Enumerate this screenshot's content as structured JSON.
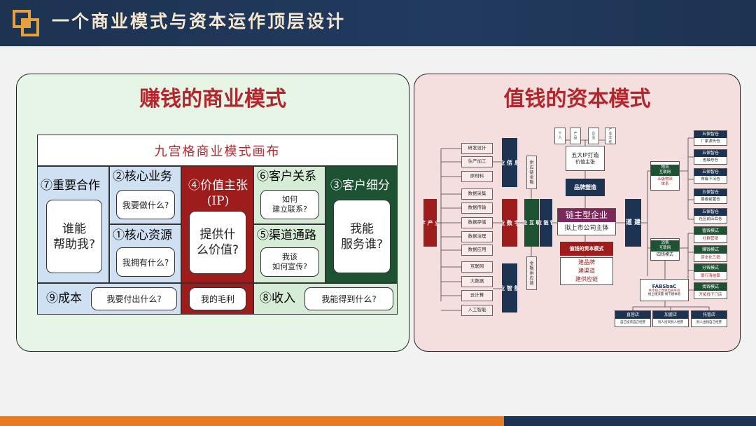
{
  "header": {
    "title": "一个商业模式与资本运作顶层设计"
  },
  "colors": {
    "navy": "#1d3352",
    "orange": "#e77a22",
    "dark_red": "#9e1c1c",
    "dark_green": "#1d5233",
    "light_blue": "#cfe0f3",
    "light_green": "#d7ecd7",
    "teal": "#1c4a44"
  },
  "left": {
    "title": "赚钱的商业模式",
    "canvas_title": "九宫格商业模式画布",
    "partners": {
      "label": "⑦重要合作",
      "box": "谁能\n帮助我?"
    },
    "activities": {
      "label": "②核心业务",
      "box": "我要做什么?"
    },
    "resources": {
      "label": "①核心资源",
      "box": "我拥有什么?"
    },
    "value": {
      "label": "④价值主张\n(IP)",
      "box": "提供什\n么价值?"
    },
    "relations": {
      "label": "⑥客户关系",
      "box": "如何\n建立联系?"
    },
    "channels": {
      "label": "⑤渠道通路",
      "box": "我该\n如何宣传?"
    },
    "segments": {
      "label": "③客户细分",
      "box": "我能\n服务谁?"
    },
    "cost": {
      "label": "⑨成本",
      "box": "我要付出什么?"
    },
    "margin": {
      "box": "我的毛利"
    },
    "revenue": {
      "label": "⑧收入",
      "box": "我能得到什么?"
    }
  },
  "right": {
    "title": "值钱的资本模式",
    "digital_industrialization": "数\n字\n产\n业\n化",
    "top_list": [
      "研发设计",
      "生产加工",
      "原材料"
    ],
    "mid_list": [
      "数据采集",
      "数据传输",
      "数据存储",
      "数据治理",
      "数据应用"
    ],
    "bot_list": [
      "互联网",
      "大数据",
      "云计算",
      "人工智能"
    ],
    "industry_informatization": "产\n业\n信\n息\n化",
    "industry_digitalization": "产\n业\n数\n字\n化",
    "industry_intelligence": "产\n业\n智\n能\n化",
    "supply_finance_top": "供\n应\n链\n金\n融",
    "supply_finance_bot": "金\n融\n供\n应\n链",
    "industry_internet": "产\n业\n互\n联\n网",
    "supply_chain_mgmt": "供\n应\n链\n管\n理",
    "ip_people": [
      "个\n人",
      "产\n品",
      "企\n业",
      "产\n业\n文\n化"
    ],
    "ip_build": {
      "title": "五大IP打造",
      "sub": "价值主张"
    },
    "brand": "品牌塑造",
    "chain_main": {
      "title": "链主型企业",
      "sub": "拟上市公司主体"
    },
    "capital_model": {
      "title": "值钱的资本模式",
      "items": "建品牌\n建渠道\n建供应链"
    },
    "channel_build": "渠\n道\n建\n设",
    "logistics_net": {
      "title": "物流\n互联网",
      "sub": "五级物流\n体系"
    },
    "consumer_net": {
      "title": "消费\n互联网",
      "sub": "四钱模式"
    },
    "warehouses": [
      {
        "t": "五保智仓",
        "s": "厂家源头仓"
      },
      {
        "t": "五保智仓",
        "s": "省级总仓"
      },
      {
        "t": "五保智仓",
        "s": "市级下沉仓"
      },
      {
        "t": "五保智仓",
        "s": "县级前置仓"
      },
      {
        "t": "五保智仓",
        "s": "社区前店后仓"
      }
    ],
    "money_modes": [
      {
        "t": "值钱模式",
        "s": "社群营销"
      },
      {
        "t": "赚钱模式",
        "s": "资本化三销"
      },
      {
        "t": "分钱模式",
        "s": "联行清结算"
      },
      {
        "t": "找钱模式",
        "s": "开拓线下门店"
      }
    ],
    "fabsbac": {
      "title": "FABSbaC",
      "sub": "共享线上营销电商平台",
      "line2": "线上建流量 线下建体验"
    },
    "stores": [
      {
        "t": "直营店",
        "s": "自己投资自己经营"
      },
      {
        "t": "加盟店",
        "s": "别人投资别人经营"
      },
      {
        "t": "托管店",
        "s": "别人出钱自己经营"
      }
    ]
  }
}
